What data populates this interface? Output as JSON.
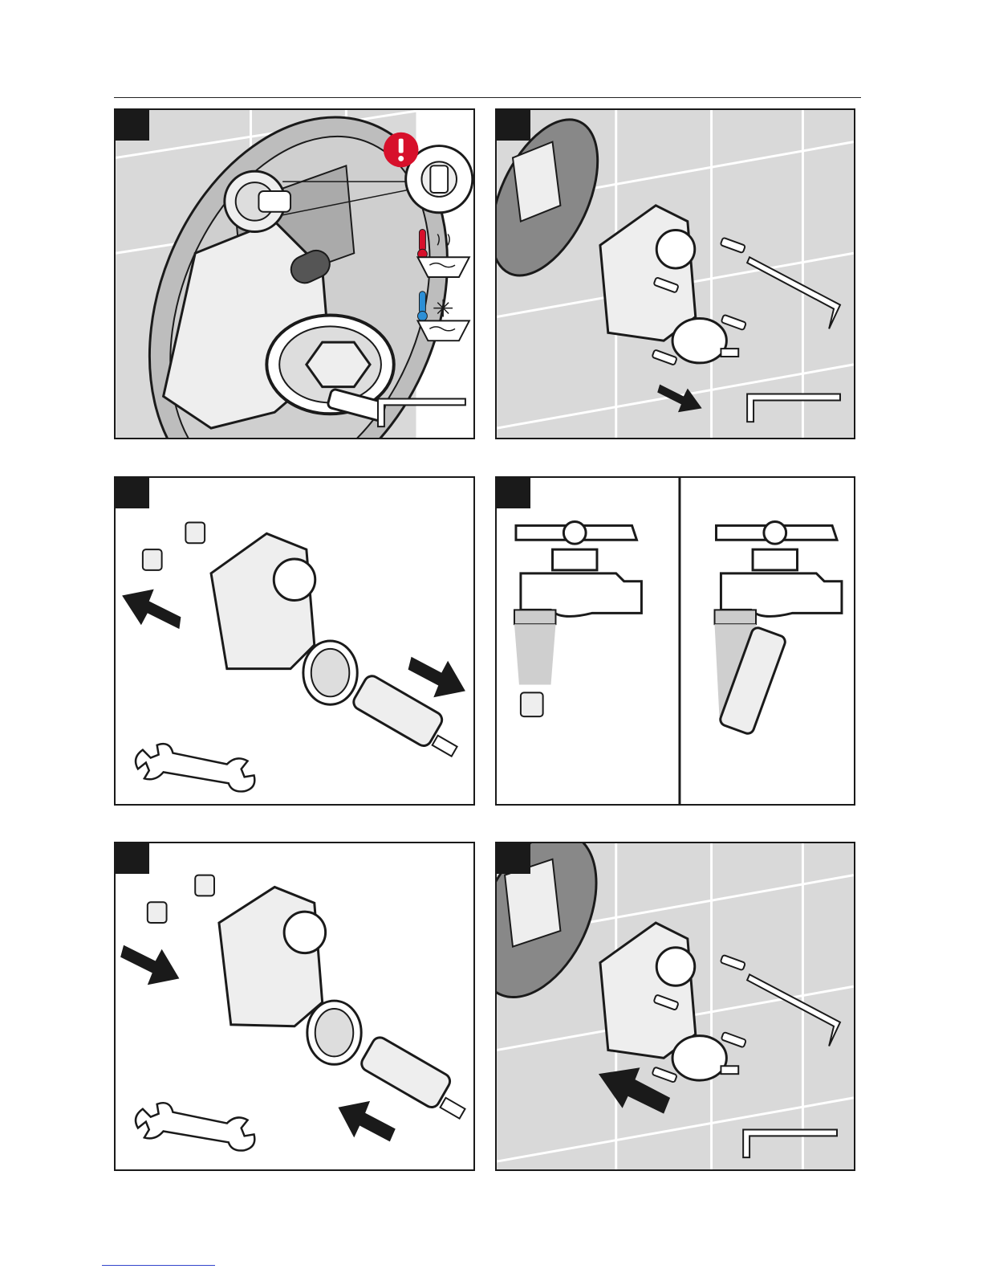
{
  "page": {
    "panel_count": 6
  },
  "colors": {
    "wall": "#d9d9d9",
    "tile_line": "#ffffff",
    "outline": "#1a1a1a",
    "warning": "#d7102b",
    "hot": "#d7102b",
    "cold": "#2c8fd6",
    "link": "#3344cc"
  },
  "panels": [
    {
      "step_badge": "",
      "icon": "hex-key-icon",
      "warning_icon": "exclamation-icon",
      "scene": "pre-rinse-check"
    },
    {
      "step_badge": "",
      "icon": "hex-key-icon",
      "scene": "remove-valve-body"
    },
    {
      "step_badge": "",
      "icon": "wrench-icon",
      "scene": "remove-cartridge-and-filters"
    },
    {
      "step_badge": "",
      "scene": "rinse-under-faucet"
    },
    {
      "step_badge": "",
      "icon": "wrench-icon",
      "scene": "reinstall-cartridge-and-filters"
    },
    {
      "step_badge": "",
      "icon": "hex-key-icon",
      "scene": "mount-valve-body"
    }
  ]
}
